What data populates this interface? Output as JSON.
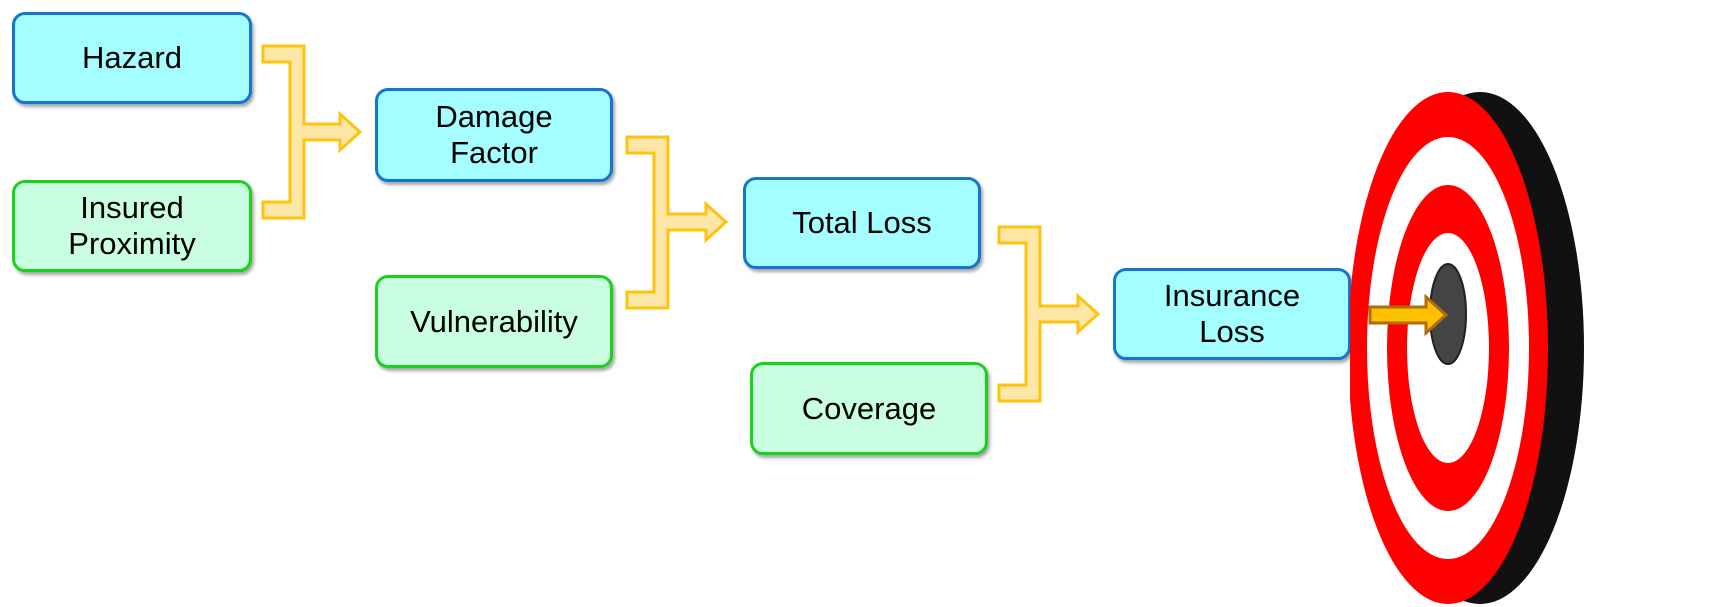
{
  "diagram": {
    "nodes": {
      "hazard": "Hazard",
      "insured_proximity": "Insured\nProximity",
      "damage_factor": "Damage\nFactor",
      "vulnerability": "Vulnerability",
      "total_loss": "Total Loss",
      "coverage": "Coverage",
      "insurance_loss": "Insurance\nLoss"
    },
    "flows": [
      {
        "from": [
          "Hazard",
          "Insured Proximity"
        ],
        "to": "Damage Factor"
      },
      {
        "from": [
          "Damage Factor",
          "Vulnerability"
        ],
        "to": "Total Loss"
      },
      {
        "from": [
          "Total Loss",
          "Coverage"
        ],
        "to": "Insurance Loss"
      },
      {
        "from": [
          "Insurance Loss"
        ],
        "to": "target-icon"
      }
    ],
    "colors": {
      "output_fill": "#a4fdff",
      "output_border": "#1576cf",
      "input_fill": "#c9ffe0",
      "input_border": "#1bd11b",
      "connector_fill": "#fde7a6",
      "connector_stroke": "#ffc20e",
      "target_red": "#ff0000",
      "target_white": "#ffffff",
      "target_center": "#444444",
      "dart_fill": "#ffc000",
      "dart_stroke": "#b06a10"
    },
    "icons": [
      "merge-connector-icon",
      "target-icon",
      "dart-arrow-icon"
    ]
  }
}
